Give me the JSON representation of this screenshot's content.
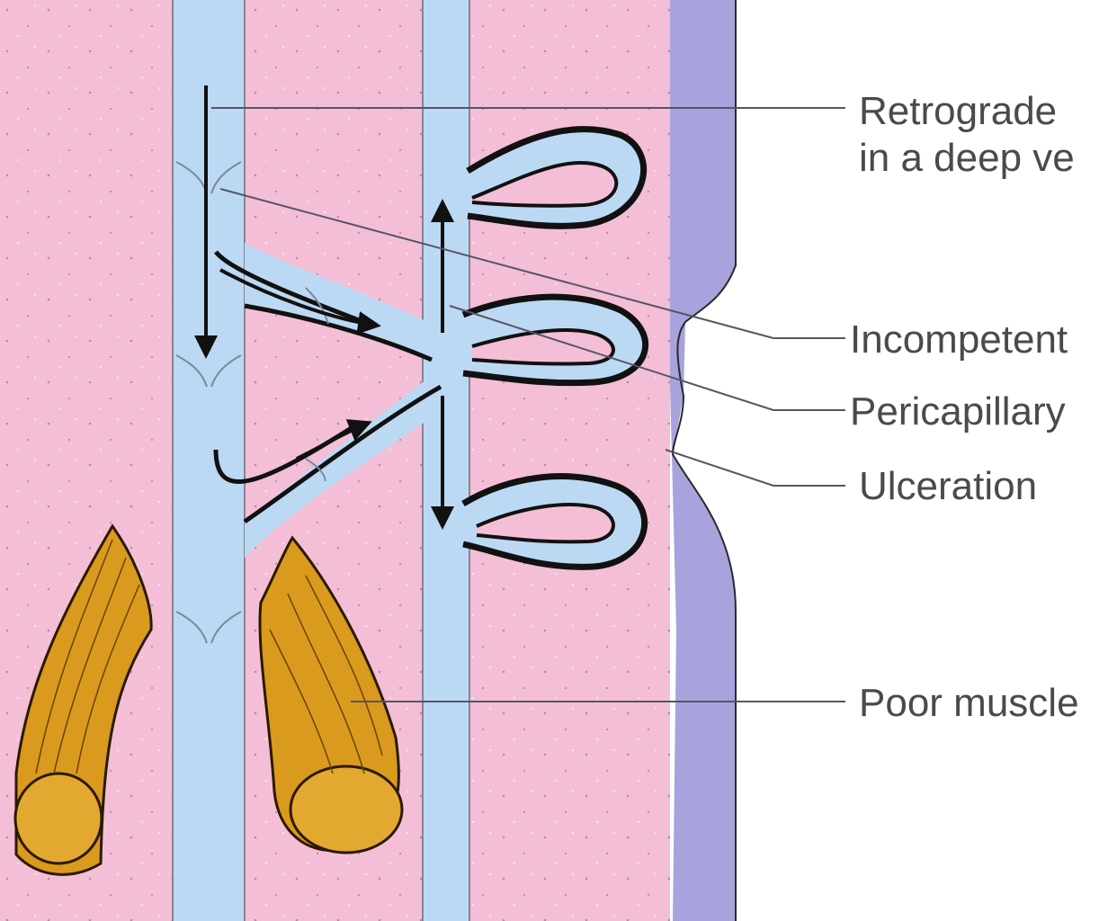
{
  "labels": {
    "retrograde_line1": "Retrograde",
    "retrograde_line2": "in a deep ve",
    "incompetent": "Incompetent",
    "pericapillary": "Pericapillary",
    "ulceration": "Ulceration",
    "poor_muscle": "Poor muscle"
  },
  "colors": {
    "tissue": "#f4bfd6",
    "vein": "#bcd9f3",
    "skin_band": "#a8a3dc",
    "muscle": "#d99a1e",
    "outline": "#2a2a2a"
  }
}
